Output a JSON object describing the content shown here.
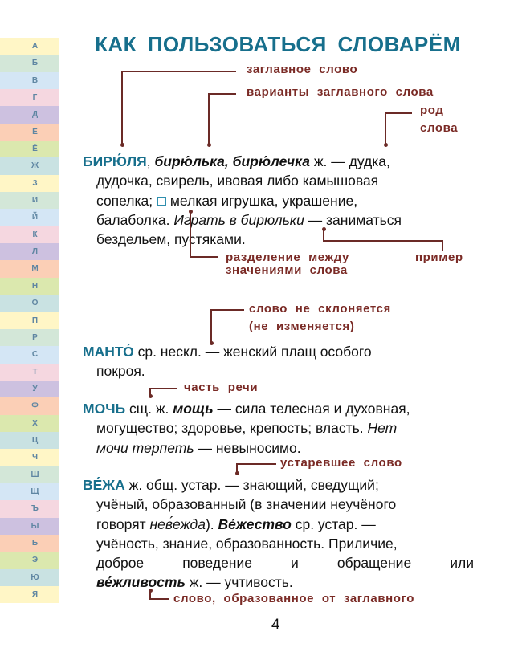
{
  "sidebar": {
    "letters": [
      "А",
      "Б",
      "В",
      "Г",
      "Д",
      "Е",
      "Ё",
      "Ж",
      "З",
      "И",
      "Й",
      "К",
      "Л",
      "М",
      "Н",
      "О",
      "П",
      "Р",
      "С",
      "Т",
      "У",
      "Ф",
      "Х",
      "Ц",
      "Ч",
      "Ш",
      "Щ",
      "Ъ",
      "Ы",
      "Ь",
      "Э",
      "Ю",
      "Я"
    ],
    "colors": [
      "#fff6c6",
      "#d3e7d8",
      "#d4e6f5",
      "#f5d7e0",
      "#cdc1e0",
      "#fbcfb6",
      "#dbe8ae",
      "#c9e2e2"
    ]
  },
  "page": {
    "title": "КАК ПОЛЬЗОВАТЬСЯ СЛОВАРЁМ",
    "number": "4"
  },
  "labels": {
    "headword": "заглавное слово",
    "variants": "варианты заглавного слова",
    "gender_1": "род",
    "gender_2": "слова",
    "sense_sep_1": "разделение между",
    "sense_sep_2": "значениями слова",
    "example": "пример",
    "indecl_1": "слово не склоняется",
    "indecl_2": "(не изменяется)",
    "pos": "часть речи",
    "obsolete": "устаревшее слово",
    "derived": "слово, образованное от заглавного"
  },
  "entries": {
    "birulya": {
      "headword": "БИРЮ́ЛЯ",
      "comma": ", ",
      "variants": "бирю́лька, бирю́лечка",
      "gram": " ж. — дудка,",
      "line2": "дудочка, свирель, ивовая либо камышовая",
      "line3a": "сопелка; ",
      "line3b": " мелкая игрушка, украшение,",
      "line4a": "балаболка. ",
      "example": "Играть в бирюльки",
      "line4b": " — заниматься",
      "line5": "бездельем, пустяками."
    },
    "manto": {
      "headword": "МАНТО́",
      "line1": " ср. нескл. — женский плащ особого",
      "line2": "покроя."
    },
    "moch": {
      "headword": "МОЧЬ",
      "gram": " сщ. ж. ",
      "variant": "мощь",
      "line1": " — сила телесная и духовная,",
      "line2a": "могущество; здоровье, крепость; власть. ",
      "ex1": "Нет",
      "ex2": "мочи терпеть",
      "line3": " — невыносимо."
    },
    "vezha": {
      "headword": "ВЕ́ЖА",
      "line1": " ж. общ. устар. — знающий, сведущий;",
      "line2": "учёный, образованный (в значении неучёного",
      "line3a": "говорят ",
      "line3it": "нев́ежда",
      "line3b": "). ",
      "derived1": "Ве́жество",
      "line3c": " ср. устар. —",
      "line4": "учёность, знание, образованность. Приличие,",
      "line5": "доброе поведение и обращение или",
      "derived2": "ве́жливость",
      "line6": " ж. — учтивость."
    }
  }
}
